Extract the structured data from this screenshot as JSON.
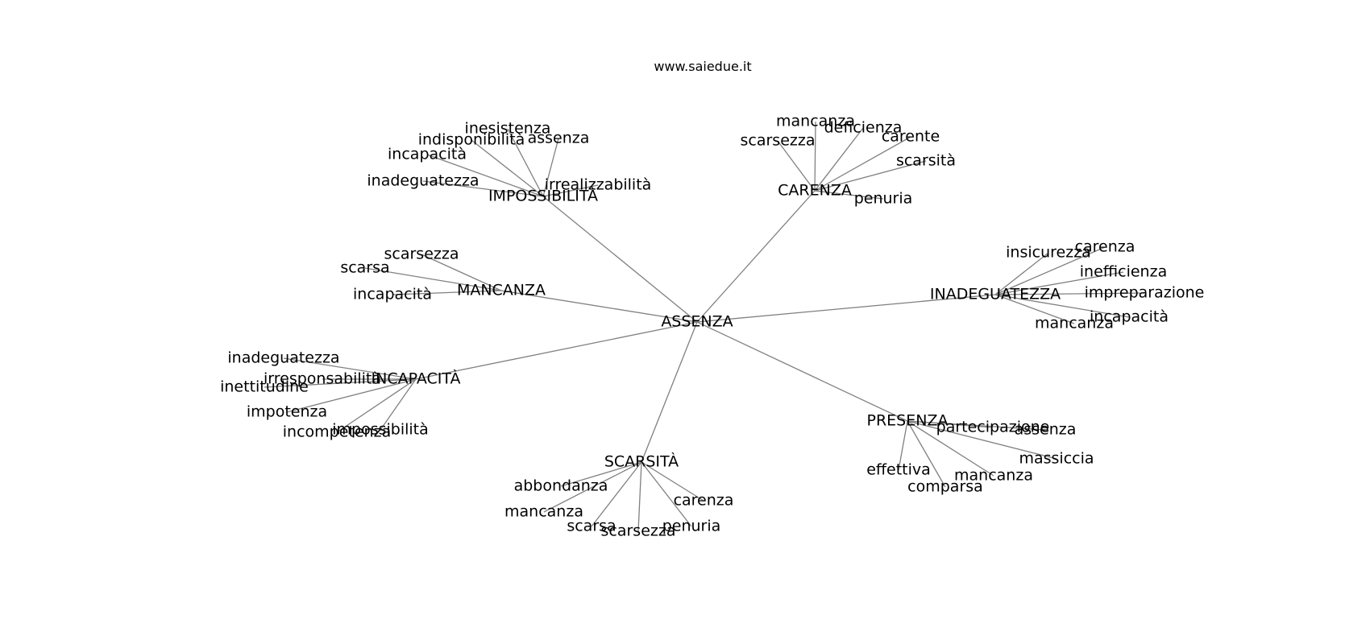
{
  "site_label": "www.saiedue.it",
  "graph": {
    "root": "ASSENZA",
    "clusters": [
      {
        "label": "IMPOSSIBILITÀ",
        "leaves": [
          "inesistenza",
          "indisponibilità",
          "assenza",
          "incapacità",
          "inadeguatezza",
          "irrealizzabilità"
        ]
      },
      {
        "label": "CARENZA",
        "leaves": [
          "mancanza",
          "deficienza",
          "scarsezza",
          "carente",
          "scarsità",
          "penuria"
        ]
      },
      {
        "label": "MANCANZA",
        "leaves": [
          "scarsezza",
          "scarsa",
          "incapacità"
        ]
      },
      {
        "label": "INADEGUATEZZA",
        "leaves": [
          "insicurezza",
          "carenza",
          "inefficienza",
          "impreparazione",
          "incapacità",
          "mancanza"
        ]
      },
      {
        "label": "INCAPACITÀ",
        "leaves": [
          "inadeguatezza",
          "irresponsabilità",
          "inettitudine",
          "impotenza",
          "incompetenza",
          "impossibilità"
        ]
      },
      {
        "label": "PRESENZA",
        "leaves": [
          "partecipazione",
          "assenza",
          "massiccia",
          "effettiva",
          "mancanza",
          "comparsa"
        ]
      },
      {
        "label": "SCARSITÀ",
        "leaves": [
          "abbondanza",
          "carenza",
          "mancanza",
          "scarsa",
          "penuria",
          "scarsezza"
        ]
      }
    ]
  }
}
